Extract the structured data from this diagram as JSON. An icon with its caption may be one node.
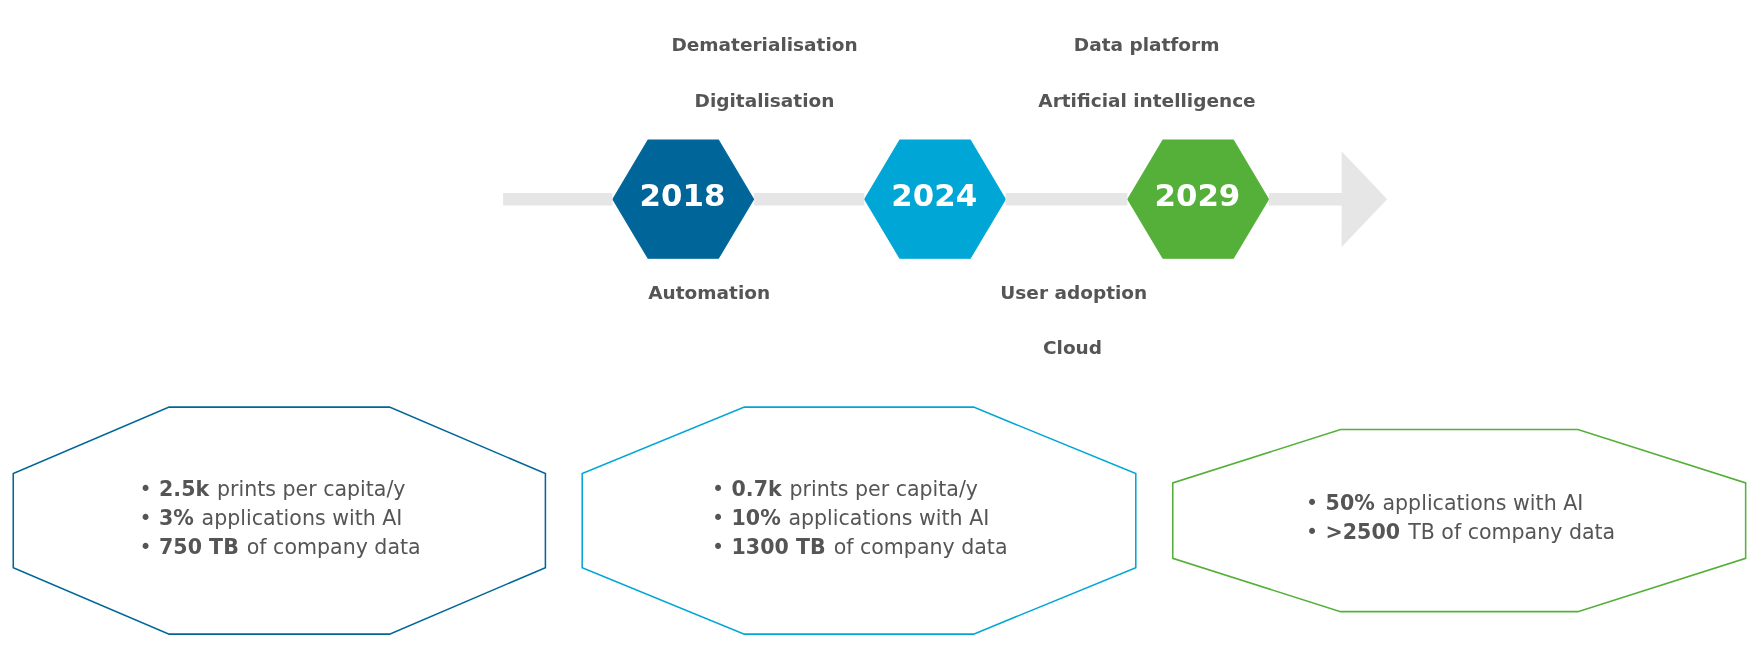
{
  "diagram": {
    "nodes": [
      {
        "text": [
          "2018"
        ]
      },
      {
        "text": [
          "2024"
        ]
      },
      {
        "text": [
          "2029"
        ]
      },
      {
        "text": [
          "• **2.5k** prints per capita/y",
          "• **3%** applications with AI",
          "• **750 TB** of company data"
        ]
      },
      {
        "text": [
          "• **0.7k** prints per capita/y",
          "• **10%** applications with AI",
          "• **1300 TB** of company data"
        ]
      },
      {
        "text": [
          "• **50%** applications with AI",
          "• **>2500** TB of company data"
        ]
      }
    ],
    "edges": [
      {
        "from": null,
        "to": 0,
        "arrow": "none"
      },
      {
        "from": 0,
        "to": 1,
        "arrow": "none"
      },
      {
        "from": 1,
        "to": 2,
        "arrow": "none"
      },
      {
        "from": 2,
        "to": null,
        "arrow": "to"
      }
    ],
    "labels": [
      "Dematerialisation",
      "Digitalisation",
      "Automation",
      "Data platform",
      "Artificial intelligence",
      "User adoption",
      "Cloud"
    ]
  }
}
